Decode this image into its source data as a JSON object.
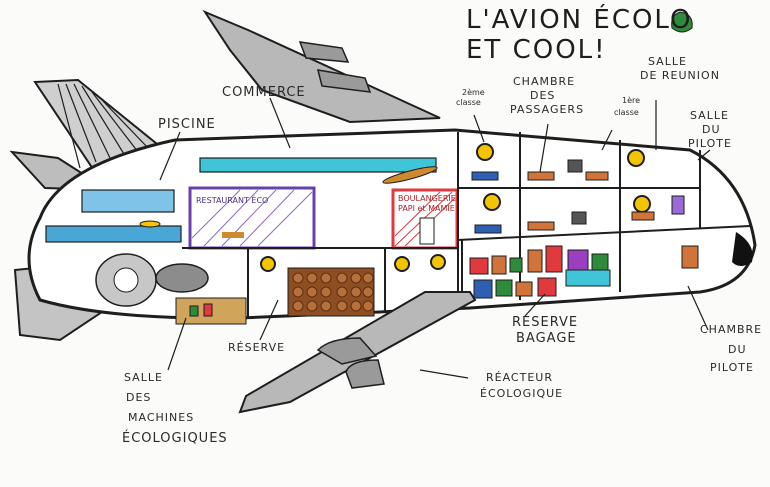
{
  "title": {
    "line1": "L'AVION ÉCOLO",
    "line2": "ET COOL!"
  },
  "labels": {
    "piscine": "PISCINE",
    "commerce": "COMMERCE",
    "restaurant": "RESTAURANT ÉCO",
    "boulangerie_l1": "BOULANGERIE",
    "boulangerie_l2": "PAPI et MAMIE",
    "deuxieme_classe_l1": "2ème",
    "deuxieme_classe_l2": "classe",
    "chambre_passagers_l1": "CHAMBRE",
    "chambre_passagers_l2": "DES",
    "chambre_passagers_l3": "PASSAGERS",
    "premiere_classe_l1": "1ère",
    "premiere_classe_l2": "classe",
    "salle_reunion_l1": "SALLE",
    "salle_reunion_l2": "DE REUNION",
    "salle_pilote_l1": "SALLE",
    "salle_pilote_l2": "DU",
    "salle_pilote_l3": "PILOTE",
    "reserve": "RÉSERVE",
    "reserve_bagage_l1": "RÉSERVE",
    "reserve_bagage_l2": "BAGAGE",
    "salle_machines_l1": "SALLE",
    "salle_machines_l2": "DES",
    "salle_machines_l3": "MACHINES",
    "salle_machines_l4": "ÉCOLOGIQUES",
    "reacteur_l1": "RÉACTEUR",
    "reacteur_l2": "ÉCOLOGIQUE",
    "chambre_pilote_l1": "CHAMBRE",
    "chambre_pilote_l2": "DU",
    "chambre_pilote_l3": "PILOTE"
  },
  "colors": {
    "ink": "#1e1e1e",
    "wing_gray": "#b5b5b5",
    "fuselage": "#ffffff",
    "pool_blue": "#4aa6d6",
    "commerce_cyan": "#3fc4d8",
    "restaurant_purple": "#6a3fb0",
    "bakery_red": "#e0393e",
    "leaf_green": "#2e8b3a",
    "reserve_brown": "#9a5a2e",
    "window_yellow": "#f2c500"
  }
}
